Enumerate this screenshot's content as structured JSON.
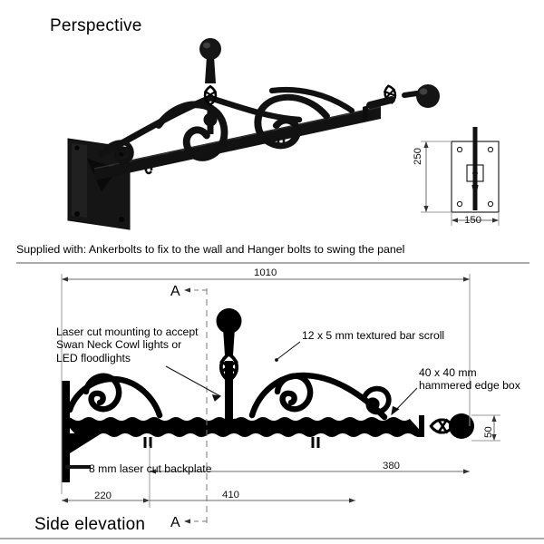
{
  "document": {
    "type": "technical-drawing",
    "product": "wrought iron sign bracket",
    "background_color": "#ffffff",
    "ink_color": "#000000",
    "dimension_line_color": "#6e6e6e"
  },
  "views": {
    "perspective": {
      "title": "Perspective",
      "description": "photographic perspective view of black wrought iron sign hanging bracket with backplate, scrollwork, cage finials and ball ends"
    },
    "side_elevation": {
      "title": "Side elevation",
      "description": "scale line drawing of the bracket in side elevation"
    },
    "backplate_detail": {
      "description": "front view of rectangular laser cut backplate with four corner fixing holes and central square boss"
    }
  },
  "notes": {
    "supplied_with": "Supplied with: Ankerbolts to fix to the wall and Hanger bolts to swing the panel",
    "laser_cut_mounting": "Laser cut mounting to accept\nSwan Neck Cowl lights or\nLED floodlights",
    "bar_scroll": "12 x 5 mm textured bar scroll",
    "hammered_box": "40 x 40 mm\nhammered edge box",
    "backplate": "8 mm laser cut backplate"
  },
  "section_marks": {
    "top_label": "A",
    "bottom_label": "A"
  },
  "dimensions": {
    "overall_length": "1010",
    "backplate_to_centre": "220",
    "centre_span": "410",
    "right_span": "380",
    "bar_depth": "50",
    "backplate_height": "250",
    "backplate_width": "150"
  }
}
